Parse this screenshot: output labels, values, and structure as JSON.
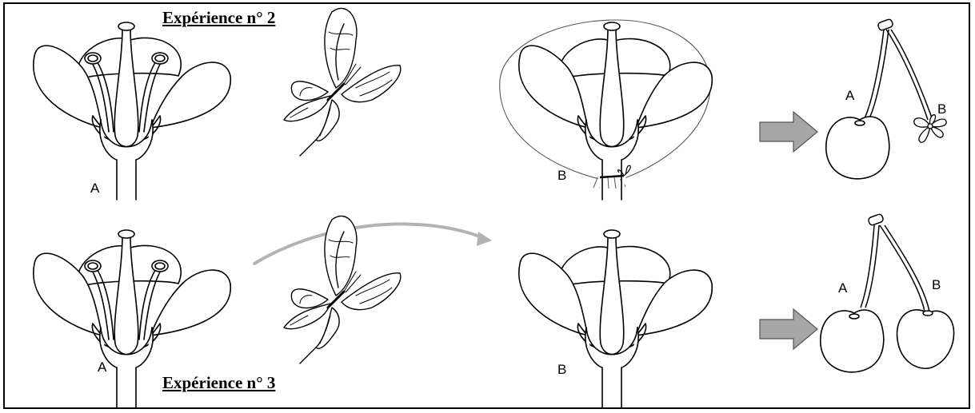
{
  "experiments": [
    {
      "title": "Expérience n° 2",
      "flower_a_label": "A",
      "flower_b_label": "B",
      "fruit_a_label": "A",
      "fruit_b_label": "B"
    },
    {
      "title": "Expérience n° 3",
      "flower_a_label": "A",
      "flower_b_label": "B",
      "fruit_a_label": "A",
      "fruit_b_label": "B"
    }
  ],
  "colors": {
    "line": "#000000",
    "arrow_fill": "#a6a6a6",
    "transfer_arrow": "#b3b3b3",
    "bag": "#555555"
  },
  "icons": [
    "flower",
    "butterfly",
    "bagged-flower",
    "result-arrow",
    "cherry",
    "withered-flower",
    "transfer-arrow"
  ]
}
